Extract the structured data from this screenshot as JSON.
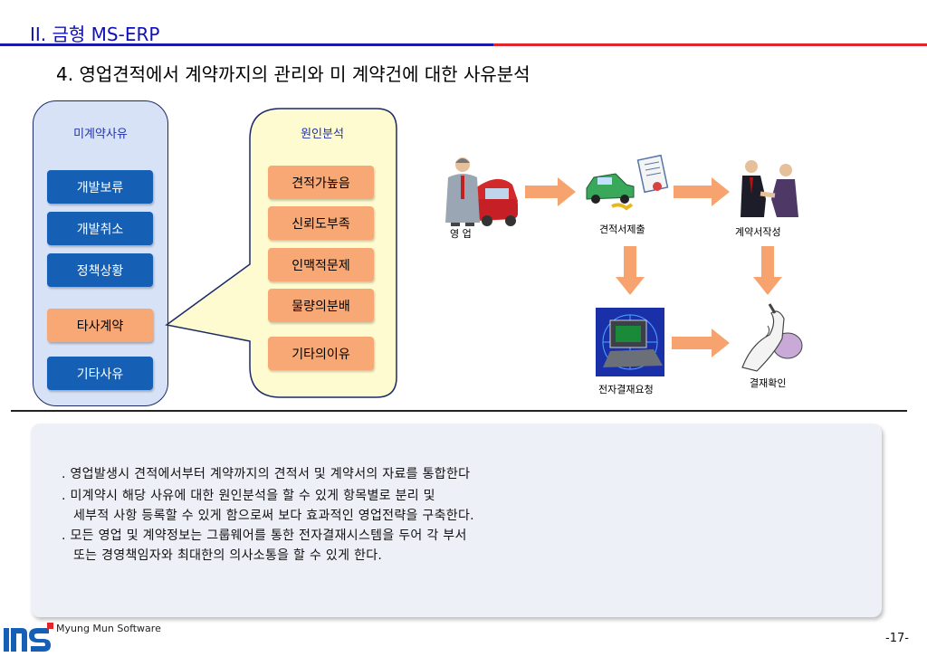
{
  "header": {
    "section_title": "II. 금형 MS-ERP",
    "subtitle": "4. 영업견적에서 계약까지의 관리와 미 계약건에 대한 사유분석"
  },
  "left_panel": {
    "title": "미계약사유",
    "items": [
      "개발보류",
      "개발취소",
      "정책상황",
      "타사계약",
      "기타사유"
    ],
    "active_item": "타사계약"
  },
  "right_panel": {
    "title": "원인분석",
    "items": [
      "견적가높음",
      "신뢰도부족",
      "인맥적문제",
      "물량의분배",
      "기타의이유"
    ]
  },
  "flow": {
    "sales": "영 업",
    "quote": "견적서제출",
    "contract": "계약서작성",
    "approval_request": "전자결재요청",
    "payment": "결재확인"
  },
  "summary": {
    "lines": [
      ". 영업발생시 견적에서부터 계약까지의 견적서 및 계약서의 자료를 통합한다",
      ". 미계약시 해당 사유에 대한 원인분석을 할 수 있게 항목별로 분리 및",
      "세부적 사항 등록할 수 있게 함으로써 보다 효과적인 영업전략을 구축한다.",
      ". 모든 영업 및 계약정보는 그룹웨어를 통한 전자결재시스템을 두어 각 부서",
      "또는 경영책임자와 최대한의 의사소통을 할 수 있게 한다."
    ]
  },
  "footer": {
    "company": "Myung Mun Software",
    "page_number": "-17-"
  },
  "colors": {
    "accent_blue": "#1560b4",
    "accent_orange": "#f7a874",
    "header_blue": "#1010b8",
    "header_red": "#e0262b"
  }
}
